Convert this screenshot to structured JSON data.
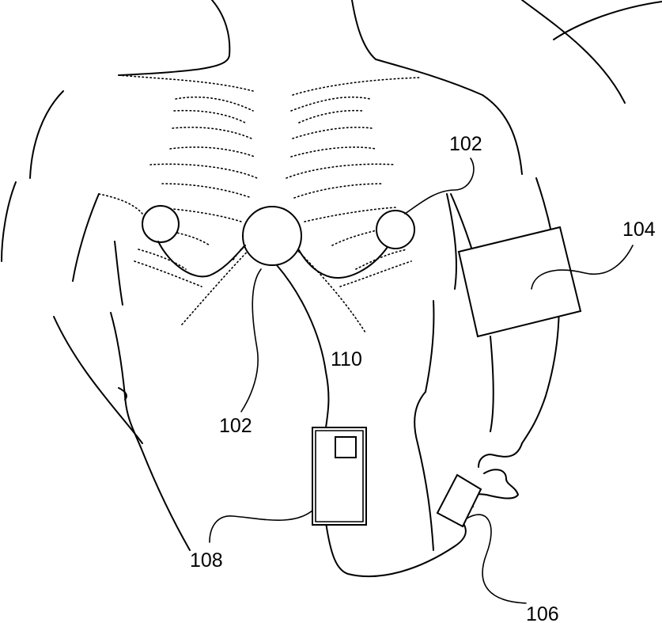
{
  "labels": {
    "electrode_left_upper": "102",
    "electrode_center": "102",
    "cuff": "104",
    "wrist_sensor": "106",
    "monitor": "108",
    "cable": "110"
  },
  "colors": {
    "line": "#000000",
    "background": "#ffffff"
  }
}
